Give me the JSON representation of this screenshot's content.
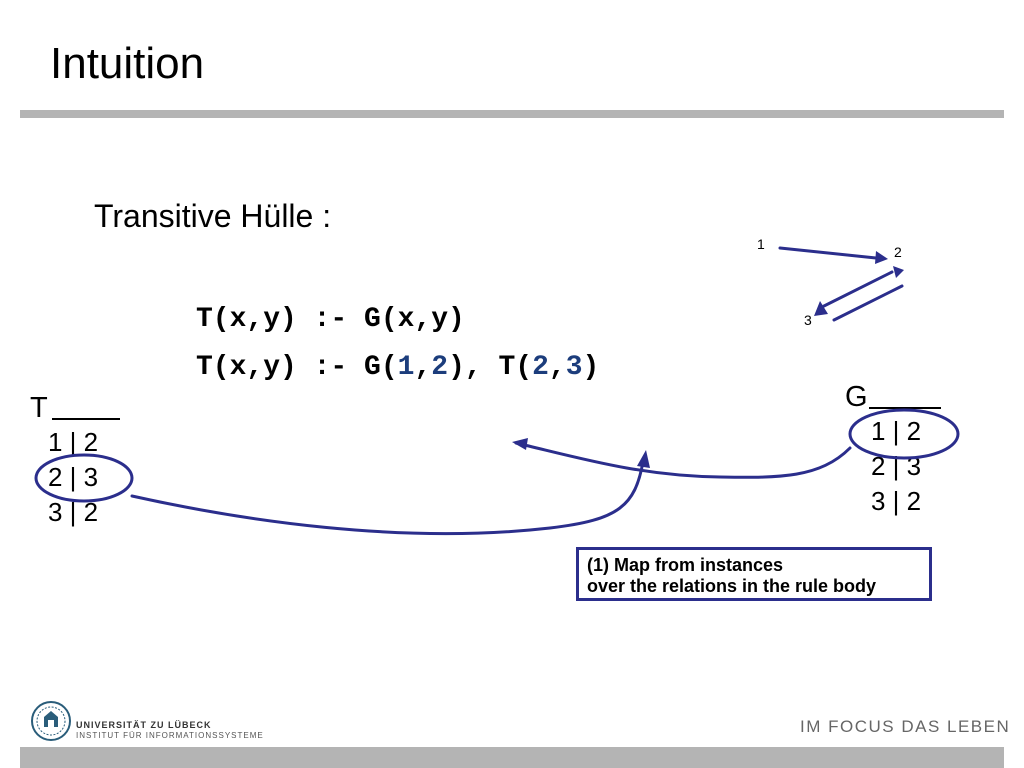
{
  "slide": {
    "title": "Intuition",
    "subtitle": "Transitive Hülle :",
    "rule1": "T(x,y) :- G(x,y)",
    "rule2": {
      "prefix": "T(x,y) :- G(",
      "a": "1",
      "comma1": ",",
      "b": "2",
      "mid": "), T(",
      "c": "2",
      "comma2": ",",
      "d": "3",
      "end": ")"
    }
  },
  "graph": {
    "nodes": [
      "1",
      "2",
      "3"
    ]
  },
  "table_T": {
    "name": "T",
    "rows": [
      "1 | 2",
      "2 | 3",
      "3 | 2"
    ]
  },
  "table_G": {
    "name": "G",
    "rows": [
      "1 | 2",
      "2 | 3",
      "3 | 2"
    ]
  },
  "note": {
    "line1": "(1) Map from instances",
    "line2": "over the relations in the rule body"
  },
  "footer": {
    "university": "UNIVERSITÄT ZU LÜBECK",
    "institute": "INSTITUT FÜR INFORMATIONSSYSTEME",
    "slogan": "IM FOCUS DAS LEBEN"
  },
  "colors": {
    "annotation": "#2b2e8c",
    "highlight": "#1c3d7c",
    "rule_bar": "#b4b4b4"
  }
}
